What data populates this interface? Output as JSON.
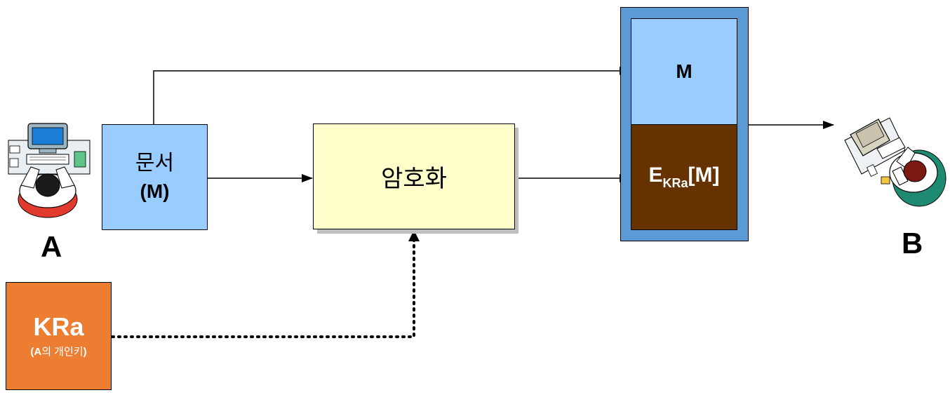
{
  "document_box": {
    "line1": "문서",
    "line2": "(M)"
  },
  "encrypt_box": {
    "label": "암호화"
  },
  "output_block": {
    "message_label": "M",
    "encrypted_prefix": "E",
    "encrypted_subscript": "KRa",
    "encrypted_suffix": "[M]"
  },
  "key_box": {
    "name": "KRa",
    "desc_bold": "(A",
    "desc_plain": "의 개인키",
    "desc_close": ")"
  },
  "party_a": {
    "label": "A",
    "icon": "user-at-computer-icon"
  },
  "party_b": {
    "label": "B",
    "icon": "user-at-computer-topdown-icon"
  },
  "colors": {
    "document": "#99ccff",
    "encrypt": "#ffffcc",
    "frame": "#5b9bd5",
    "encrypted": "#663300",
    "key": "#ed7d31"
  }
}
